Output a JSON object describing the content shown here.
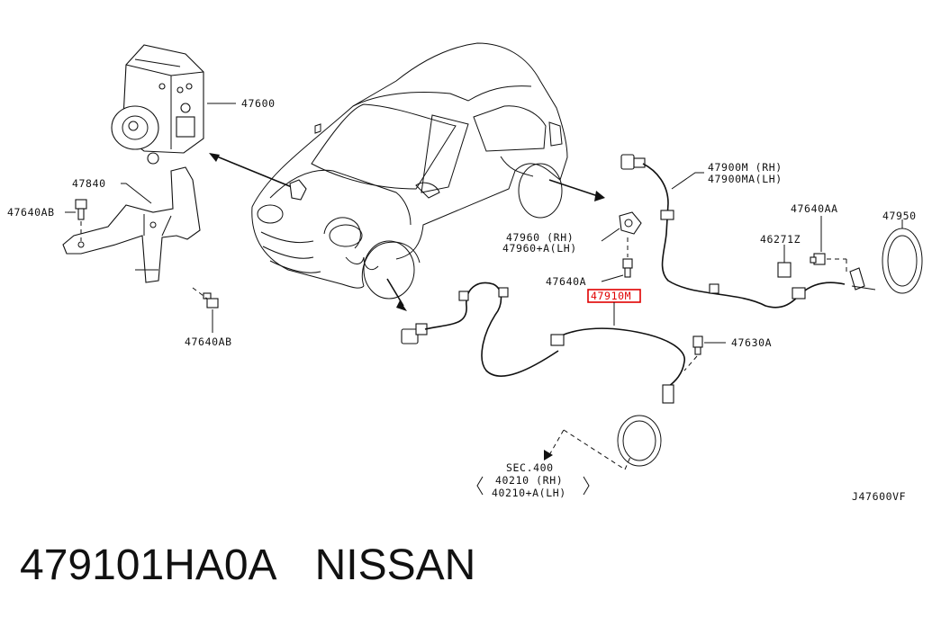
{
  "diagram": {
    "labels": {
      "abs_unit": "47600",
      "bracket": "47840",
      "bolt_ab_left": "47640AB",
      "bolt_ab_bottom": "47640AB",
      "front_sensor_rh": "47960  (RH)",
      "front_sensor_lh": "47960+A(LH)",
      "bolt_a": "47640A",
      "highlighted_part": "47910M",
      "bolt_630a": "47630A",
      "rear_sensor_rh": "47900M  (RH)",
      "rear_sensor_lh": "47900MA(LH)",
      "bolt_aa": "47640AA",
      "rotor": "47950",
      "clip": "46271Z",
      "sec_ref": "SEC.400",
      "hub_rh": "40210  (RH)",
      "hub_lh": "40210+A(LH)",
      "figure_code": "J47600VF"
    },
    "colors": {
      "highlight": "#e00000",
      "ink": "#111111"
    }
  },
  "caption": {
    "part_number": "479101HA0A",
    "brand": "NISSAN"
  }
}
